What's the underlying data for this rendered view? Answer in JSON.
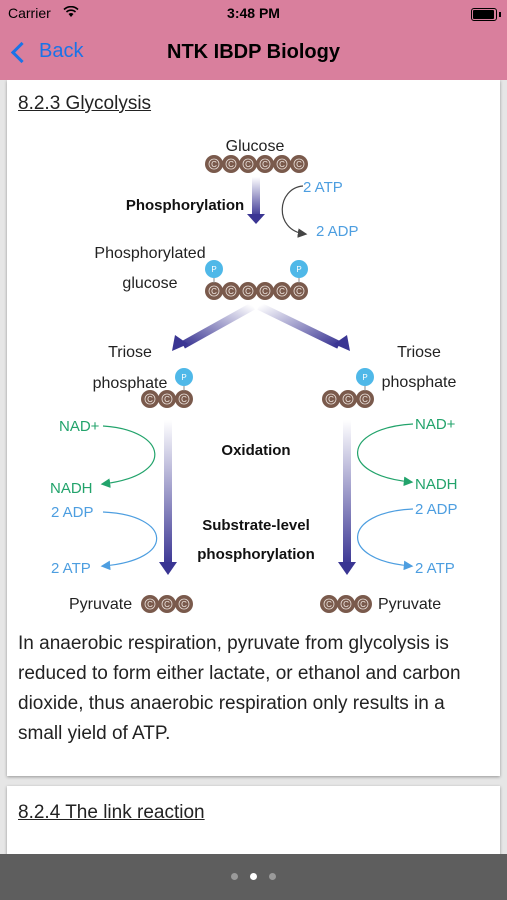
{
  "status": {
    "carrier": "Carrier",
    "time": "3:48 PM",
    "battery_level": 1.0
  },
  "nav": {
    "back_label": "Back",
    "title": "NTK IBDP Biology"
  },
  "section1": {
    "title": "8.2.3 Glycolysis",
    "diagram": {
      "glucose": "Glucose",
      "phosphorylation": "Phosphorylation",
      "atp_in": "2 ATP",
      "adp_out": "2 ADP",
      "phosph_glucose_1": "Phosphorylated",
      "phosph_glucose_2": "glucose",
      "triose": "Triose",
      "phosphate": "phosphate",
      "nad": "NAD+",
      "nadh": "NADH",
      "oxidation": "Oxidation",
      "adp": "2 ADP",
      "atp": "2 ATP",
      "substrate_1": "Substrate-level",
      "substrate_2": "phosphorylation",
      "pyruvate": "Pyruvate",
      "carbon_letter": "C",
      "phosphate_letter": "P"
    },
    "paragraph": "In anaerobic respiration, pyruvate from glycolysis is reduced to form either lactate, or ethanol and carbon dioxide, thus anaerobic respiration only results in a small yield of ATP."
  },
  "section2": {
    "title": "8.2.4 The link reaction"
  },
  "pager": {
    "pages": 3,
    "current": 2
  },
  "colors": {
    "header": "#d97f9d",
    "back": "#1a73e8",
    "carbon": "#7a5a4c",
    "phosphate": "#4fb8e8",
    "arrow_dark": "#3a3593",
    "green": "#22a36b",
    "blue": "#4d9ee0"
  }
}
